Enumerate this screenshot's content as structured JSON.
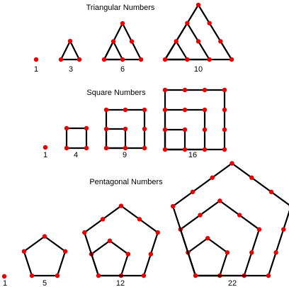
{
  "triangular": {
    "title": "Triangular Numbers",
    "counts": [
      "1",
      "3",
      "6",
      "10"
    ]
  },
  "square": {
    "title": "Square Numbers",
    "counts": [
      "1",
      "4",
      "9",
      "16"
    ]
  },
  "pentagonal": {
    "title": "Pentagonal Numbers",
    "counts": [
      "1",
      "5",
      "12",
      "22"
    ]
  },
  "colors": {
    "dot": "#e60000",
    "edge": "#000000"
  }
}
